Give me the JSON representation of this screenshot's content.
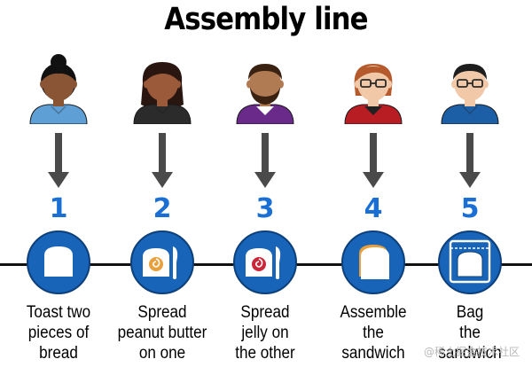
{
  "title": "Assembly line",
  "steps": [
    {
      "number": "1",
      "label_lines": [
        "Toast two",
        "pieces of",
        "bread"
      ],
      "person": {
        "hair": "#111111",
        "skin": "#8a5534",
        "shirt": "#5ea0d6",
        "collar": "#5ea0d6",
        "glasses": false,
        "beard": false,
        "style": "bun"
      },
      "icon": "toast-bread-icon"
    },
    {
      "number": "2",
      "label_lines": [
        "Spread",
        "peanut butter",
        "on one"
      ],
      "person": {
        "hair": "#2a1610",
        "skin": "#9b5a3a",
        "shirt": "#2b2b2b",
        "collar": "#2b2b2b",
        "glasses": false,
        "beard": false,
        "style": "long"
      },
      "icon": "peanut-butter-bread-icon"
    },
    {
      "number": "3",
      "label_lines": [
        "Spread",
        "jelly on",
        "the other"
      ],
      "person": {
        "hair": "#3a2212",
        "skin": "#b07a52",
        "shirt": "#6a2a8a",
        "collar": "#ffffff",
        "glasses": false,
        "beard": true,
        "style": "short"
      },
      "icon": "jelly-bread-icon"
    },
    {
      "number": "4",
      "label_lines": [
        "Assemble",
        "the",
        "sandwich"
      ],
      "person": {
        "hair": "#b55a2c",
        "skin": "#f2c9a8",
        "shirt": "#b81d24",
        "collar": "#222222",
        "glasses": true,
        "beard": false,
        "style": "short-fem"
      },
      "icon": "assembled-sandwich-icon"
    },
    {
      "number": "5",
      "label_lines": [
        "Bag",
        "the",
        "sandwich"
      ],
      "person": {
        "hair": "#1e1e1e",
        "skin": "#f2c9a8",
        "shirt": "#1d5fa6",
        "collar": "#1d5fa6",
        "glasses": true,
        "beard": false,
        "style": "short"
      },
      "icon": "bagged-sandwich-icon"
    }
  ],
  "colors": {
    "number": "#1a6fd4",
    "circle": "#1764b8",
    "circle_stroke": "#0d3f7a",
    "arrow": "#4a4a4a",
    "timeline": "#111111",
    "bread": "#ffffff",
    "crust": "#1764b8",
    "peanut_butter": "#e8a03c",
    "jelly": "#c8283a",
    "knife": "#ffffff"
  },
  "watermark": "@稀土掘金技术社区"
}
